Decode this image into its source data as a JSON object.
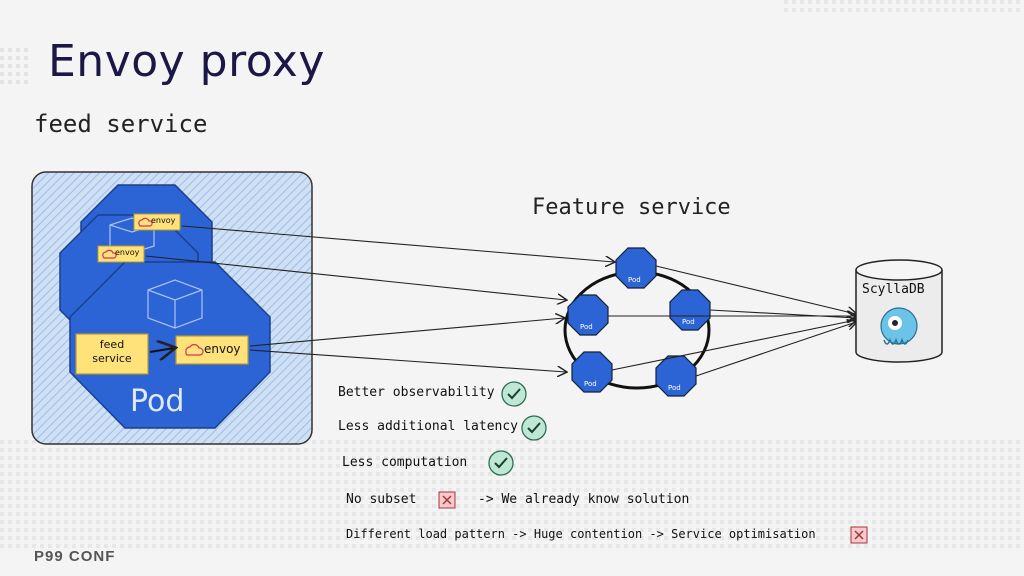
{
  "slide": {
    "title": "Envoy proxy",
    "subtitle": "feed service",
    "footer": "P99 CONF"
  },
  "feed_pod": {
    "container_label": "feed service",
    "sidecar_label": "envoy",
    "pod_label": "Pod"
  },
  "feature_service": {
    "title": "Feature service",
    "pod_label": "Pod"
  },
  "database": {
    "label": "ScyllaDB"
  },
  "benefits": [
    {
      "text": "Better observability",
      "status": "check"
    },
    {
      "text": "Less additional latency",
      "status": "check"
    },
    {
      "text": "Less computation",
      "status": "check"
    }
  ],
  "drawbacks": [
    {
      "text": "No subset",
      "status": "cross",
      "suffix": "-> We already know solution"
    },
    {
      "text": "Different load pattern ->  Huge contention ->  Service optimisation",
      "status": "cross"
    }
  ],
  "colors": {
    "pod_blue": "#2c64d6",
    "sticky_yellow": "#ffe27a",
    "check_green": "#bfe7d5",
    "cross_pink": "#f6c9cf",
    "title_navy": "#1c1846"
  }
}
